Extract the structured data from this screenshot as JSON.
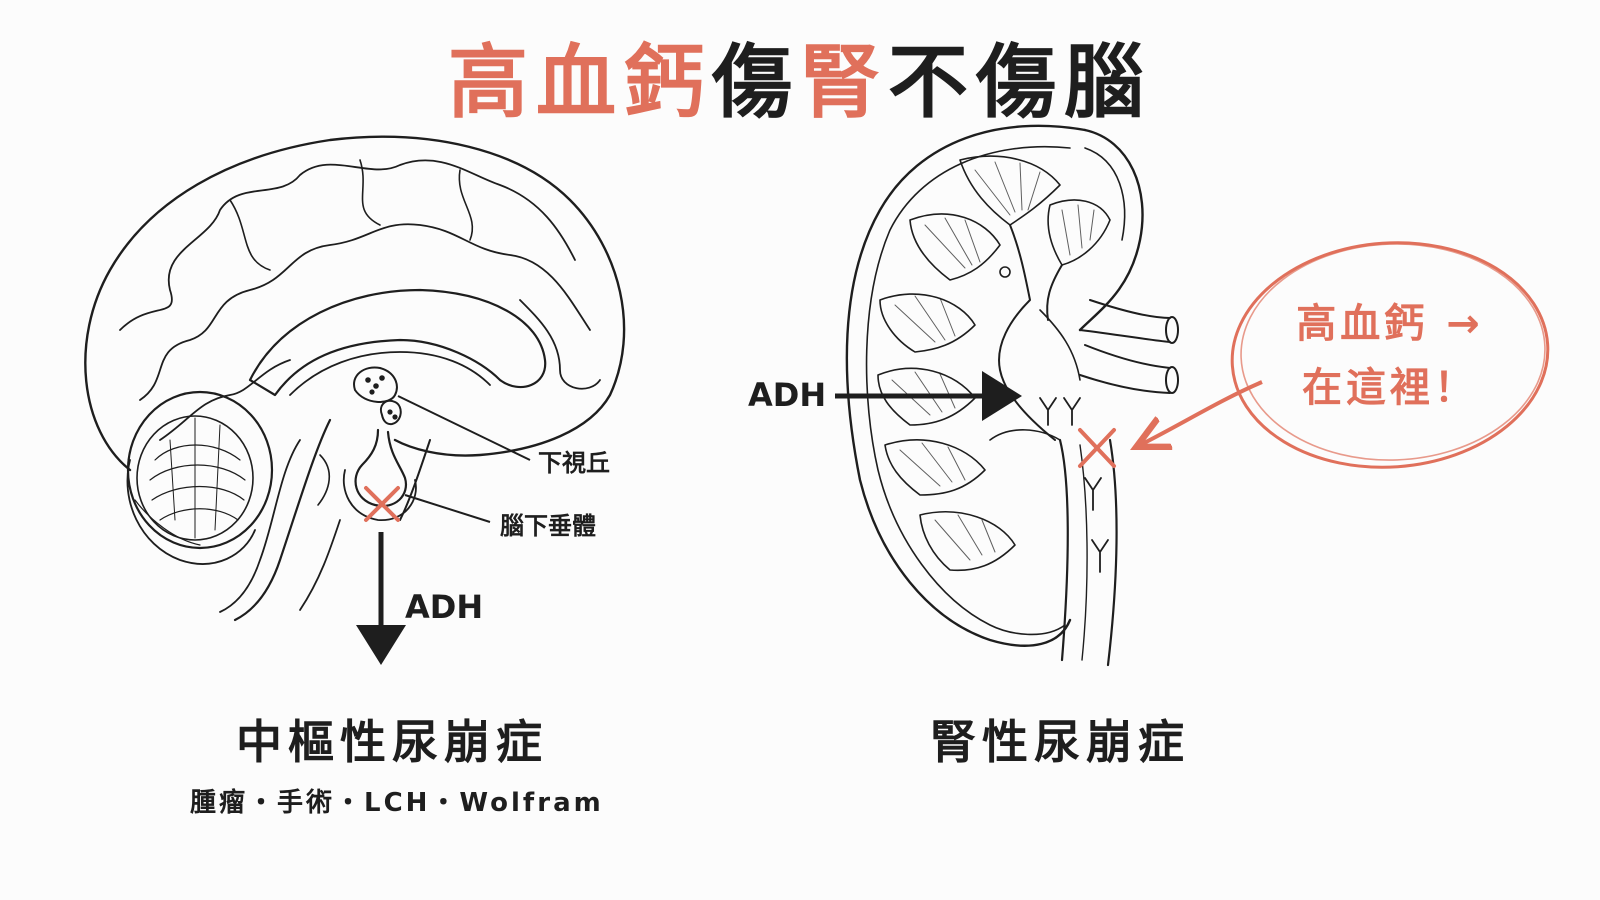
{
  "title": {
    "segments": [
      {
        "text": "高血鈣",
        "tone": "accent"
      },
      {
        "text": "傷",
        "tone": "dark"
      },
      {
        "text": "腎",
        "tone": "accent"
      },
      {
        "text": "不傷腦",
        "tone": "dark"
      }
    ]
  },
  "colors": {
    "accent": "#e0705b",
    "ink": "#1e1e1e",
    "background": "#fcfcfc"
  },
  "brain": {
    "hypothalamus_label": "下視丘",
    "pituitary_label": "腦下垂體",
    "adh_label": "ADH",
    "caption": "中樞性尿崩症",
    "causes": "腫瘤・手術・LCH・Wolfram"
  },
  "kidney": {
    "adh_label": "ADH",
    "caption": "腎性尿崩症",
    "callout_line1": "高血鈣 →",
    "callout_line2": "在這裡！"
  }
}
